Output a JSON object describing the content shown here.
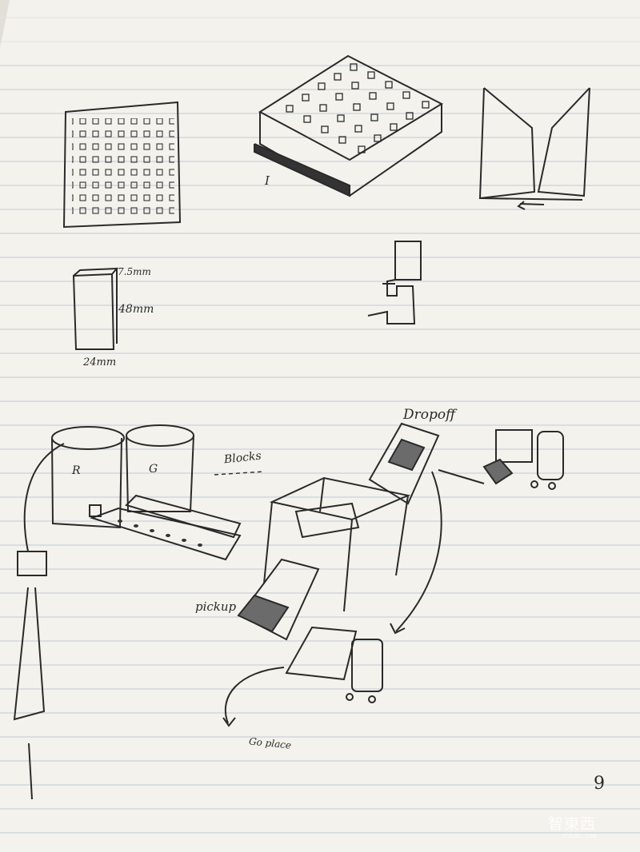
{
  "labels": {
    "tray_mark": "I",
    "dim_top": "7.5mm",
    "dim_height": "48mm",
    "dim_width": "24mm",
    "silo_r": "R",
    "silo_g": "G",
    "blocks": "Blocks",
    "dropoff": "Dropoff",
    "pickup": "pickup",
    "go_place": "Go place",
    "page_number": "9"
  },
  "watermark": {
    "logo": "智東西",
    "url": "zhidx.com"
  },
  "colors": {
    "paper": "#f4f2ec",
    "rule_line": "#b8c6d8",
    "margin_line": "#d9a7a7",
    "ink": "#2a2a2a"
  }
}
